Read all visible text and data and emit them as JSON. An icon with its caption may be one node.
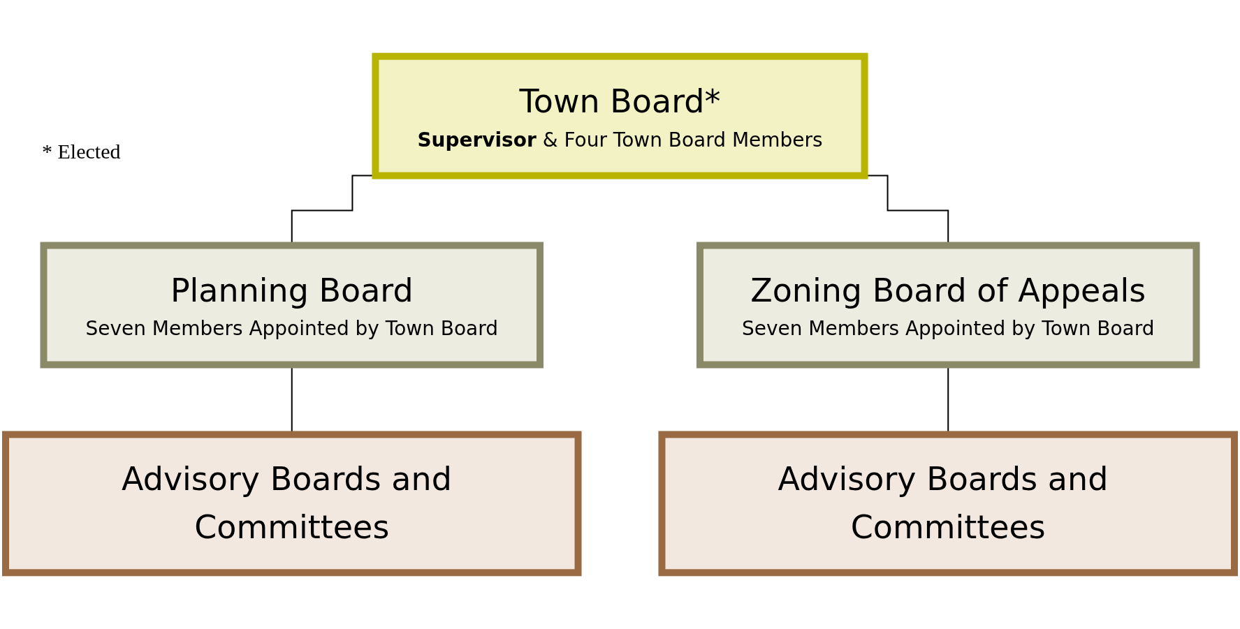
{
  "diagram": {
    "nodes": [
      {
        "text": [
          "Town Board*",
          "**Supervisor** & Four Town Board Members"
        ]
      },
      {
        "text": [
          "Planning Board",
          "Seven Members Appointed by Town Board"
        ]
      },
      {
        "text": [
          "Zoning Board of Appeals",
          "Seven Members Appointed by Town Board"
        ]
      },
      {
        "text": [
          "Advisory Boards and Committees"
        ]
      },
      {
        "text": [
          "Advisory Boards and Committees"
        ]
      }
    ],
    "edges": [
      {
        "from": 0,
        "to": 1,
        "arrow": "none"
      },
      {
        "from": 0,
        "to": 2,
        "arrow": "none"
      },
      {
        "from": 1,
        "to": 3,
        "arrow": "none"
      },
      {
        "from": 2,
        "to": 4,
        "arrow": "none"
      }
    ],
    "labels": [
      "* Elected"
    ]
  }
}
